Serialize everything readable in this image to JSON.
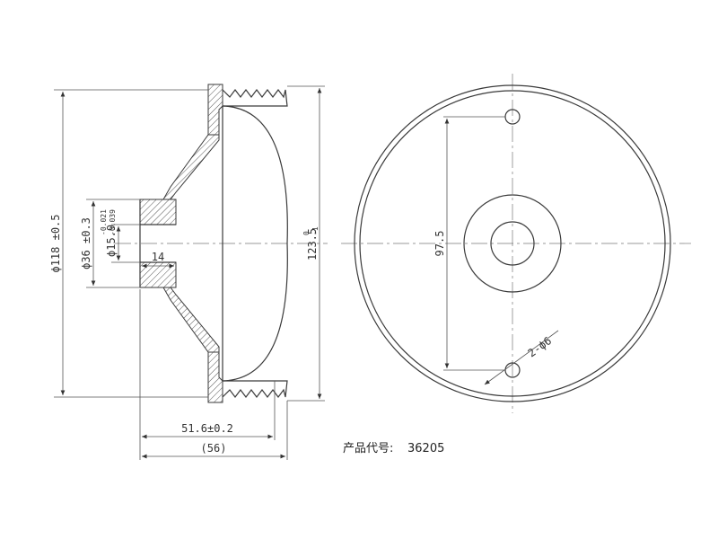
{
  "dimensions": {
    "overall_dia": "ϕ118 ±0.5",
    "hub_dia": "ϕ36 ±0.3",
    "bore_dia": "ϕ15.9",
    "bore_tol_upper": "-0.021",
    "bore_tol_lower": "-0.039",
    "bore_len": "14",
    "groove_dia_main": "123.5",
    "groove_tol_upper": "0",
    "groove_tol_lower": "-1",
    "depth": "51.6±0.2",
    "overall_len": "(56)",
    "hole_spacing": "97.5",
    "holes": "2-ϕ6"
  },
  "product": {
    "label": "产品代号:",
    "code": "36205"
  },
  "colors": {
    "line": "#3a3a3a",
    "text": "#333333"
  }
}
